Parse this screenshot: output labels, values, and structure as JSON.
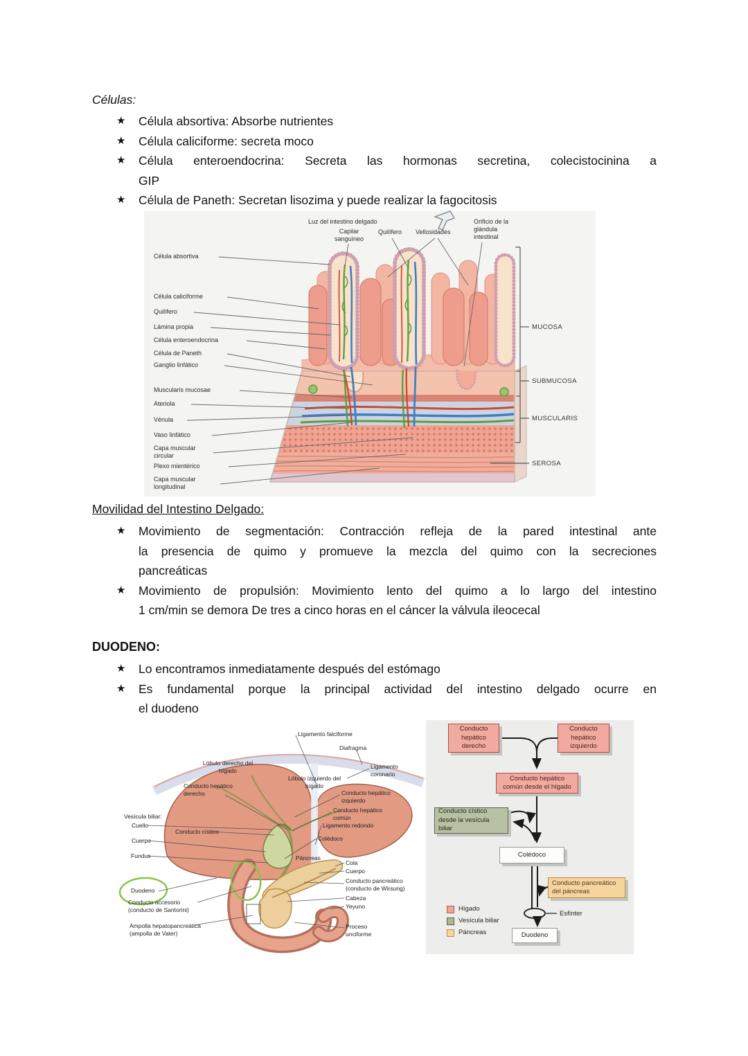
{
  "document": {
    "bullet_char": "★",
    "sections": {
      "celulas": {
        "heading": "Células:",
        "items": [
          {
            "lines": [
              "Célula absortiva: Absorbe nutrientes"
            ]
          },
          {
            "lines": [
              "Célula caliciforme: secreta moco"
            ]
          },
          {
            "lines": [
              "Célula enteroendocrina: Secreta las hormonas secretina, colecistocinina a",
              "GIP"
            ]
          },
          {
            "lines": [
              "Célula de Paneth: Secretan lisozima y puede realizar la fagocitosis"
            ]
          }
        ]
      },
      "movilidad": {
        "heading": "Movilidad del Intestino Delgado:",
        "items": [
          {
            "lines": [
              "Movimiento de segmentación: Contracción refleja de la pared intestinal ante",
              "la presencia de quimo y promueve la mezcla del quimo con la secreciones",
              "pancreáticas"
            ]
          },
          {
            "lines": [
              "Movimiento de propulsión: Movimiento lento del quimo a lo largo del intestino",
              "1 cm/min se demora De tres a cinco horas en el cáncer la válvula ileocecal"
            ]
          }
        ]
      },
      "duodeno": {
        "heading": "DUODENO:",
        "items": [
          {
            "lines": [
              "Lo encontramos inmediatamente después del estómago"
            ]
          },
          {
            "lines": [
              "Es fundamental porque la principal actividad del intestino delgado ocurre en",
              "el duodeno"
            ]
          }
        ]
      }
    }
  },
  "figure1": {
    "top_labels": {
      "luz": "Luz del intestino delgado",
      "capilar": "Capilar sanguíneo",
      "quilifero": "Quilífero",
      "vellosidades": "Vellosidades",
      "orificio": "Orificio de la glándula intestinal"
    },
    "left_labels": [
      "Célula absortiva",
      "Célula caliciforme",
      "Quilífero",
      "Lámina propia",
      "Célula enteroendocrina",
      "Célula de Paneth",
      "Ganglio linfático",
      "Muscularis mucosae",
      "Ateriola",
      "Vénula",
      "Vaso linfático",
      "Capa muscular circular",
      "Plexo mientérico",
      "Capa muscular longitudinal"
    ],
    "right_labels": [
      "MUCOSA",
      "SUBMUCOSA",
      "MUSCULARIS",
      "SEROSA"
    ]
  },
  "figure2": {
    "anatomy_labels": {
      "ligamento_falciforme": "Ligamento falciforme",
      "diafragma": "Diafragma",
      "lobulo_derecho": "Lóbulo derecho del hígado",
      "lobulo_izquierdo": "Lóbulo izquierdo del hígado",
      "ligamento_coronario": "Ligamento coronario",
      "conducto_hepatico_derecho": "Conducto hepático derecho",
      "conducto_hepatico_izquierdo": "Conducto hepático izquierdo",
      "conducto_hepatico_comun": "Conducto hepático común",
      "ligamento_redondo": "Ligamento redondo",
      "coledoco": "Colédoco",
      "vesicula_biliar": "Vesícula biliar:",
      "cuello": "Cuello",
      "conducto_cistico": "Conducto cístico",
      "cuerpo": "Cuerpo",
      "fundus": "Fundus",
      "pancreas": "Páncreas",
      "cola": "Cola",
      "cuerpo_pancreas": "Cuerpo",
      "conducto_pancreatico": "Conducto pancreático (conducto de Wirsung)",
      "cabeza": "Cabeza",
      "yeyuno": "Yeyuno",
      "proceso_unciforme": "Proceso unciforme",
      "duodeno": "Duodeno",
      "conducto_accesorio": "Conducto accesorio (conducto de Santorini)",
      "ampolla": "Ampolla hepatopancreática (ampolla de Vater)"
    },
    "flowchart": {
      "hepatico_derecho": "Conducto hepático derecho",
      "hepatico_izquierdo": "Conducto hepático izquierdo",
      "hepatico_comun": "Conducto hepático común desde el hígado",
      "cistico": "Conducto cístico desde la vesícula biliar",
      "coledoco": "Colédoco",
      "pancreatico": "Conducto pancreático del páncreas",
      "esfinter": "Esfínter",
      "duodeno": "Duodeno",
      "legend": [
        {
          "label": "Hígado",
          "color": "#f0a396"
        },
        {
          "label": "Vesícula biliar",
          "color": "#aeb694"
        },
        {
          "label": "Páncreas",
          "color": "#f4d69e"
        }
      ]
    }
  }
}
